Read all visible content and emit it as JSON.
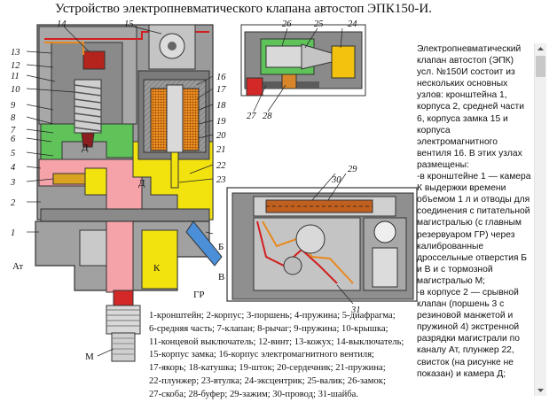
{
  "title": "Устройство электропневматического клапана автостоп ЭПК150-И.",
  "part_numbers": [
    "1",
    "2",
    "3",
    "4",
    "5",
    "6",
    "7",
    "8",
    "9",
    "10",
    "11",
    "12",
    "13",
    "14",
    "15",
    "16",
    "17",
    "18",
    "19",
    "20",
    "21",
    "22",
    "23",
    "24",
    "25",
    "26",
    "27",
    "28",
    "29",
    "30",
    "31"
  ],
  "chamber_labels": {
    "D1": "Д",
    "D2": "Д",
    "K": "К",
    "V": "В",
    "B": "Б"
  },
  "port_labels": {
    "At": "Ат",
    "GR": "ГР",
    "M": "М"
  },
  "legend_lines": [
    "1-кронштейн; 2-корпус; 3-поршень; 4-пружина; 5-диафрагма;",
    "6-средняя часть; 7-клапан; 8-рычаг; 9-пружина; 10-крышка;",
    "11-концевой выключатель; 12-винт; 13-кожух; 14-выключатель;",
    "15-корпус замка; 16-корпус электромагнитного вентиля;",
    "17-якорь; 18-катушка; 19-шток; 20-сердечник; 21-пружина;",
    "22-плунжер; 23-втулка; 24-эксцентрик; 25-валик; 26-замок;",
    "27-скоба; 28-буфер; 29-зажим; 30-провод; 31-шайба."
  ],
  "description_paragraphs": [
    "Электропневматический клапан автостоп (ЭПК) усл. №150И состоит из нескольких основных узлов: кронштейна 1, корпуса 2, средней части 6, корпуса замка 15 и корпуса электромагнитного вентиля 16. В этих узлах размещены:",
    " -в кронштейне 1 — камера К выдержки времени объемом 1 л и отводы для соединения с питательной магистралью (с главным резервуаром ГР) через калиброванные дроссельные отверстия Б и В и с тормозной магистралью М;",
    " -в корпусе 2 — срывной клапан (поршень 3 с резиновой манжетой и пружиной 4) экстренной разрядки магистрали по каналу Ат, плунжер 22, свисток (на рисунке не показан) и камера Д;"
  ],
  "colors": {
    "yellow": "#f2e30f",
    "pink": "#f5a2a8",
    "green": "#5fc35a",
    "blue": "#4a8fd8",
    "grey_body": "#8f8f8f",
    "dark_grey": "#5b5b5b",
    "red": "#d21e1e",
    "orange": "#e8891e"
  }
}
